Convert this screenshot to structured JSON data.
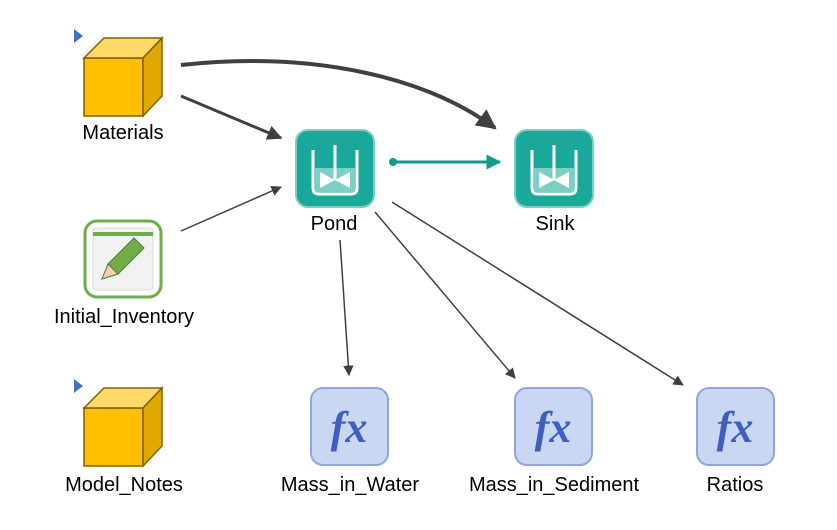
{
  "nodes": {
    "materials": {
      "label": "Materials",
      "type": "container",
      "icon": "container-box-icon",
      "expanded_marker": true
    },
    "initial_inventory": {
      "label": "Initial_Inventory",
      "type": "data",
      "icon": "pencil-data-icon"
    },
    "model_notes": {
      "label": "Model_Notes",
      "type": "container",
      "icon": "container-box-icon",
      "expanded_marker": true
    },
    "pond": {
      "label": "Pond",
      "type": "reservoir",
      "icon": "reservoir-mixer-icon"
    },
    "sink": {
      "label": "Sink",
      "type": "reservoir",
      "icon": "reservoir-mixer-icon"
    },
    "mass_in_water": {
      "label": "Mass_in_Water",
      "type": "expression",
      "icon": "fx-icon",
      "symbol": "fx"
    },
    "mass_in_sediment": {
      "label": "Mass_in_Sediment",
      "type": "expression",
      "icon": "fx-icon",
      "symbol": "fx"
    },
    "ratios": {
      "label": "Ratios",
      "type": "expression",
      "icon": "fx-icon",
      "symbol": "fx"
    }
  },
  "links": [
    {
      "from": "materials",
      "to": "sink",
      "style": "curved-thick"
    },
    {
      "from": "materials",
      "to": "pond",
      "style": "influence"
    },
    {
      "from": "initial_inventory",
      "to": "pond",
      "style": "influence-thin"
    },
    {
      "from": "pond",
      "to": "sink",
      "style": "flow"
    },
    {
      "from": "pond",
      "to": "mass_in_water",
      "style": "influence-thin"
    },
    {
      "from": "pond",
      "to": "mass_in_sediment",
      "style": "influence-thin"
    },
    {
      "from": "pond",
      "to": "ratios",
      "style": "influence-thin"
    }
  ],
  "colors": {
    "container_fill": "#ffc000",
    "container_stroke": "#806000",
    "reservoir_fill": "#1aa89a",
    "flow_arrow": "#139a8c",
    "influence_arrow": "#404040",
    "expression_fill": "#c9d7f3",
    "expression_stroke": "#8ea7d9",
    "data_stroke": "#70ad47",
    "pencil": "#70ad47",
    "marker": "#4472c4"
  }
}
